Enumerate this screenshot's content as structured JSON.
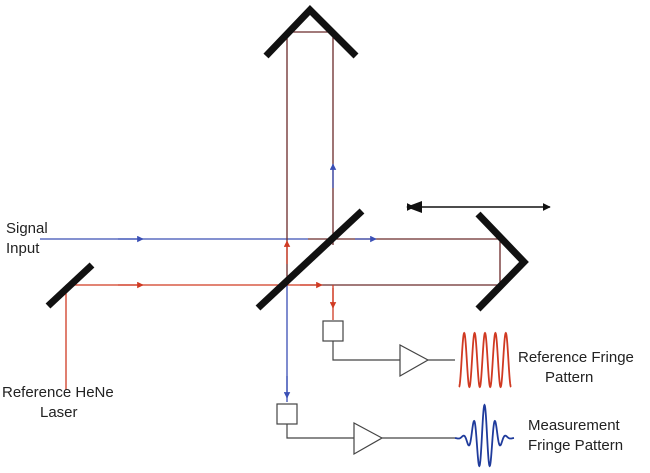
{
  "labels": {
    "signal_input_line1": "Signal",
    "signal_input_line2": "Input",
    "reference_laser_line1": "Reference HeNe",
    "reference_laser_line2": "Laser",
    "reference_fringe_line1": "Reference Fringe",
    "reference_fringe_line2": "Pattern",
    "measurement_fringe_line1": "Measurement",
    "measurement_fringe_line2": "Fringe Pattern"
  },
  "colors": {
    "signal_beam": "#3a4fb5",
    "reference_beam": "#d03a22",
    "optic": "#111111",
    "combined_beam": "#6b2a2a",
    "electronics": "#444444",
    "reference_fringe": "#d03a22",
    "measurement_fringe": "#1f3b9c"
  }
}
